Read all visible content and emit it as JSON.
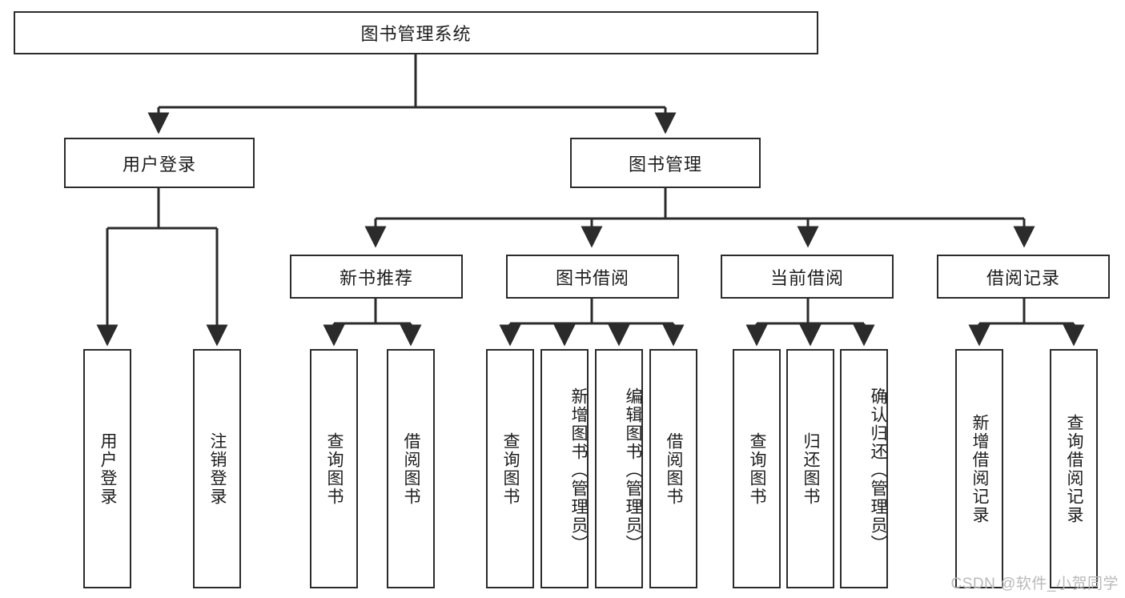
{
  "diagram": {
    "type": "tree-hierarchy-chart",
    "title": "图书管理系统",
    "orientation": "top-down",
    "edge_style": "orthogonal-with-arrowheads",
    "colors": {
      "box_border": "#2b2b2b",
      "box_fill": "#ffffff",
      "text": "#1d1d1d",
      "edge": "#2b2b2b",
      "watermark": "#b9b9b9",
      "background": "#ffffff"
    },
    "root": {
      "id": "root",
      "label": "图书管理系统",
      "text_direction": "horizontal"
    },
    "level2": [
      {
        "id": "user-login",
        "label": "用户登录",
        "text_direction": "horizontal"
      },
      {
        "id": "book-manage",
        "label": "图书管理",
        "text_direction": "horizontal"
      }
    ],
    "level3": [
      {
        "id": "new-book-rec",
        "label": "新书推荐",
        "parent": "book-manage",
        "text_direction": "horizontal"
      },
      {
        "id": "book-borrow",
        "label": "图书借阅",
        "parent": "book-manage",
        "text_direction": "horizontal"
      },
      {
        "id": "current-borrow",
        "label": "当前借阅",
        "parent": "book-manage",
        "text_direction": "horizontal"
      },
      {
        "id": "borrow-record",
        "label": "借阅记录",
        "parent": "book-manage",
        "text_direction": "horizontal"
      }
    ],
    "leaves": [
      {
        "id": "leaf-user-login",
        "label": "用户登录",
        "parent": "user-login",
        "text_direction": "vertical"
      },
      {
        "id": "leaf-logout",
        "label": "注销登录",
        "parent": "user-login",
        "text_direction": "vertical"
      },
      {
        "id": "leaf-query-book-1",
        "label": "查询图书",
        "parent": "new-book-rec",
        "text_direction": "vertical"
      },
      {
        "id": "leaf-borrow-book-1",
        "label": "借阅图书",
        "parent": "new-book-rec",
        "text_direction": "vertical"
      },
      {
        "id": "leaf-query-book-2",
        "label": "查询图书",
        "parent": "book-borrow",
        "text_direction": "vertical"
      },
      {
        "id": "leaf-add-book",
        "label": "新增图书（管理员）",
        "parent": "book-borrow",
        "text_direction": "vertical"
      },
      {
        "id": "leaf-edit-book",
        "label": "编辑图书（管理员）",
        "parent": "book-borrow",
        "text_direction": "vertical"
      },
      {
        "id": "leaf-borrow-book-2",
        "label": "借阅图书",
        "parent": "book-borrow",
        "text_direction": "vertical"
      },
      {
        "id": "leaf-query-book-3",
        "label": "查询图书",
        "parent": "current-borrow",
        "text_direction": "vertical"
      },
      {
        "id": "leaf-return-book",
        "label": "归还图书",
        "parent": "current-borrow",
        "text_direction": "vertical"
      },
      {
        "id": "leaf-confirm-return",
        "label": "确认归还（管理员）",
        "parent": "current-borrow",
        "text_direction": "vertical"
      },
      {
        "id": "leaf-add-record",
        "label": "新增借阅记录",
        "parent": "borrow-record",
        "text_direction": "vertical"
      },
      {
        "id": "leaf-query-record",
        "label": "查询借阅记录",
        "parent": "borrow-record",
        "text_direction": "vertical"
      }
    ],
    "watermark": "CSDN @软件_小贺同学"
  }
}
